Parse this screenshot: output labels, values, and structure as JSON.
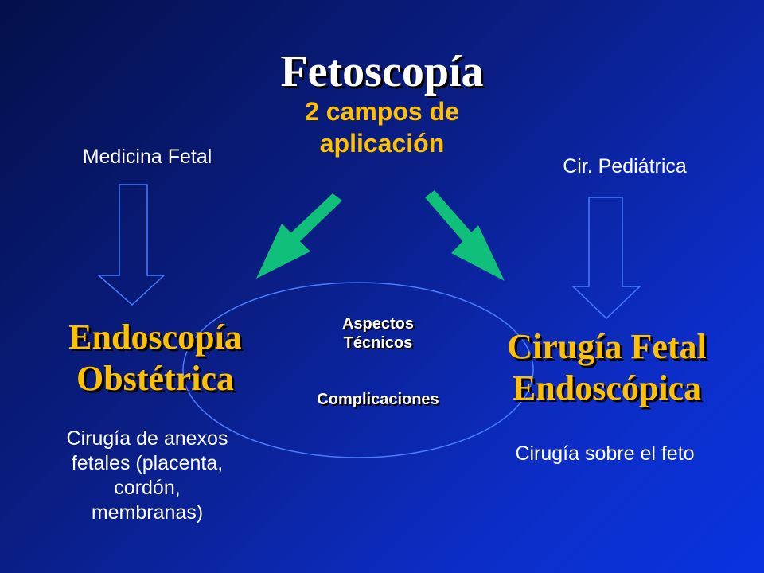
{
  "slide": {
    "title": "Fetoscopía",
    "subtitle_line1": "2 campos de",
    "subtitle_line2": "aplicación",
    "left": {
      "field_label": "Medicina Fetal",
      "heading_line1": "Endoscopía",
      "heading_line2": "Obstétrica",
      "description_lines": [
        "Cirugía de anexos",
        "fetales (placenta,",
        "cordón,",
        "membranas)"
      ]
    },
    "right": {
      "field_label": "Cir. Pediátrica",
      "heading_line1": "Cirugía Fetal",
      "heading_line2": "Endoscópica",
      "description": "Cirugía sobre el feto"
    },
    "center": {
      "line1": "Aspectos",
      "line2": "Técnicos",
      "line3": "Complicaciones"
    }
  },
  "colors": {
    "accent_yellow": "#ffc000",
    "arrow_green": "#10c07a",
    "outline_blue": "#4a7cff",
    "text_white": "#ffffff"
  }
}
